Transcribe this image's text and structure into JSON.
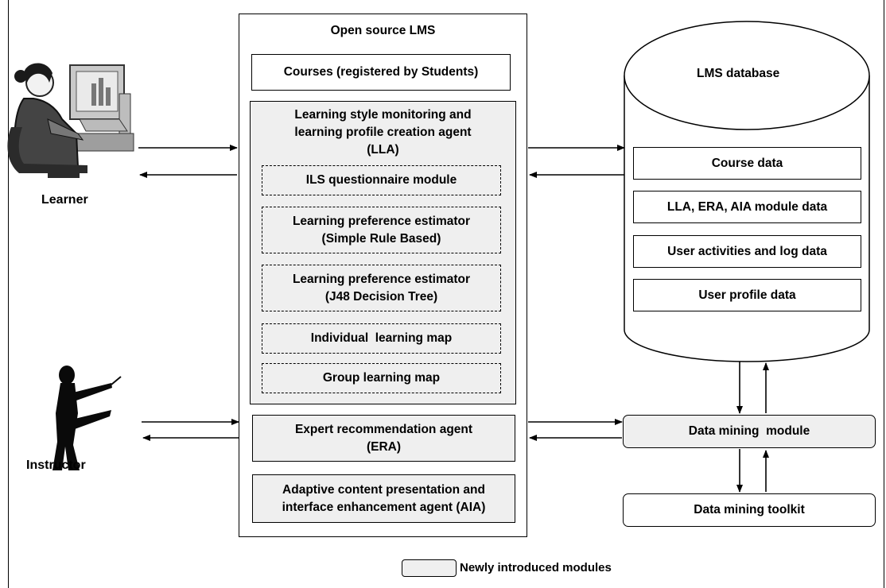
{
  "lms": {
    "title": "Open source LMS",
    "courses": "Courses (registered by Students)",
    "lla": {
      "title": "Learning style monitoring and\nlearning profile creation agent\n(LLA)",
      "modules": [
        "ILS questionnaire module",
        "Learning preference estimator\n(Simple Rule Based)",
        "Learning preference estimator\n(J48 Decision Tree)",
        "Individual  learning map",
        "Group learning map"
      ]
    },
    "era": "Expert recommendation agent\n(ERA)",
    "aia": "Adaptive content presentation and\ninterface enhancement agent (AIA)"
  },
  "database": {
    "title": "LMS database",
    "items": [
      "Course data",
      "LLA, ERA, AIA module data",
      "User activities and log data",
      "User profile data"
    ]
  },
  "mining": {
    "module": "Data mining  module",
    "toolkit": "Data mining toolkit"
  },
  "actors": {
    "learner": "Learner",
    "instructor": "Instructor"
  },
  "legend": {
    "label": "Newly introduced modules"
  },
  "colors": {
    "new_module_fill": "#efefef",
    "line": "#000000"
  },
  "icons": {
    "learner": "person-at-computer-icon",
    "instructor": "instructor-silhouette-icon"
  }
}
